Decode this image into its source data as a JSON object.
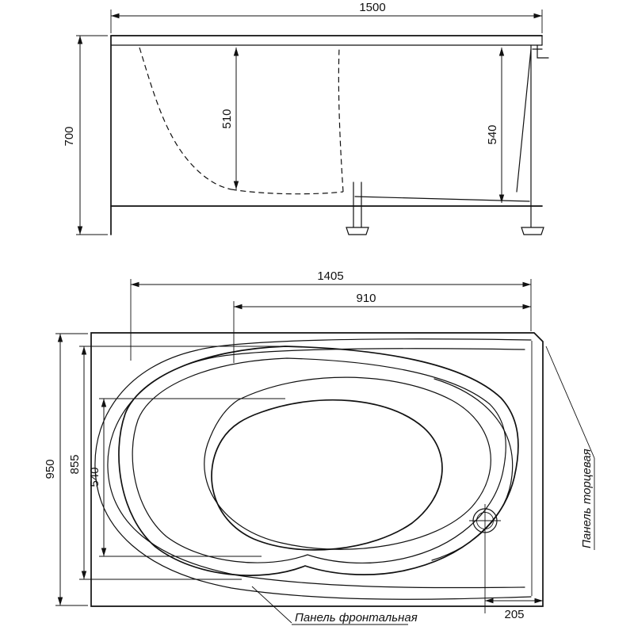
{
  "drawing": {
    "side_view": {
      "dim_width": "1500",
      "dim_height": "700",
      "dim_depth_inner": "510",
      "dim_depth_frame": "540"
    },
    "plan_view": {
      "dim_length": "1405",
      "dim_length_inner": "910",
      "dim_width": "950",
      "dim_width_inner": "855",
      "dim_basin_width": "540",
      "dim_drain_offset": "205",
      "label_front_panel": "Панель фронтальная",
      "label_end_panel": "Панель торцевая"
    }
  }
}
